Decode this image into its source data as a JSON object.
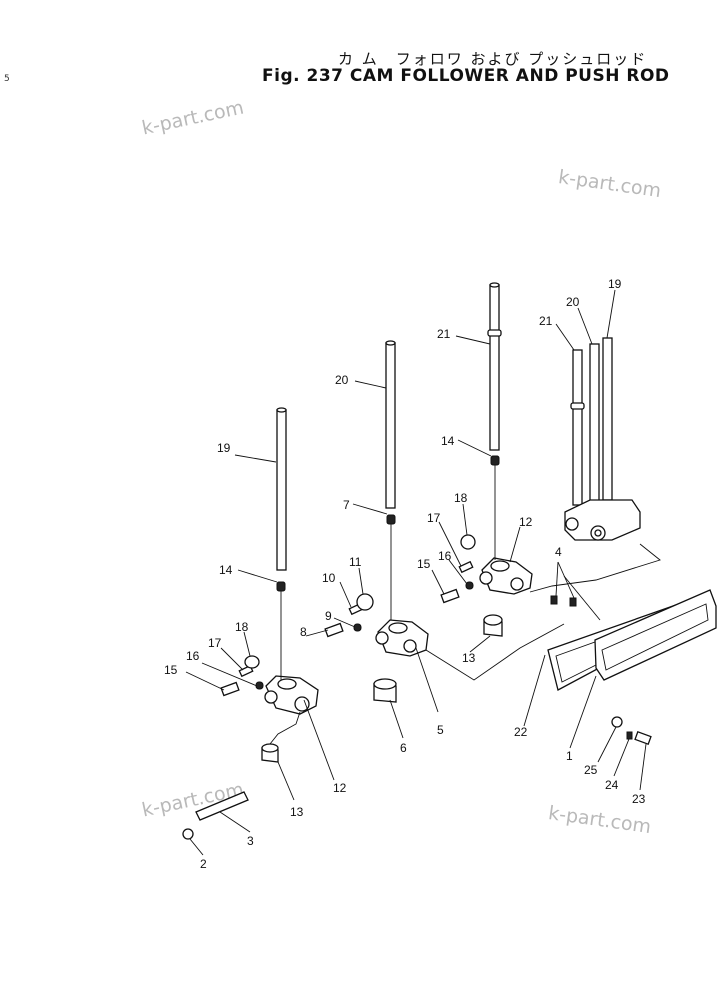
{
  "title": {
    "japanese": "カ ム　フォロワ および プッシュロッド",
    "english": "Fig. 237 CAM FOLLOWER AND PUSH ROD"
  },
  "margin_mark": "5",
  "watermark": "k-part.com",
  "callouts": {
    "c1": "1",
    "c2": "2",
    "c3": "3",
    "c4": "4",
    "c5": "5",
    "c6": "6",
    "c7": "7",
    "c8": "8",
    "c9": "9",
    "c10": "10",
    "c11": "11",
    "c12a": "12",
    "c12b": "12",
    "c13a": "13",
    "c13b": "13",
    "c14a": "14",
    "c14b": "14",
    "c15a": "15",
    "c15b": "15",
    "c16a": "16",
    "c16b": "16",
    "c17a": "17",
    "c17b": "17",
    "c18a": "18",
    "c18b": "18",
    "c19a": "19",
    "c19b": "19",
    "c20a": "20",
    "c20b": "20",
    "c21a": "21",
    "c21b": "21",
    "c22": "22",
    "c23": "23",
    "c24": "24",
    "c25": "25"
  }
}
